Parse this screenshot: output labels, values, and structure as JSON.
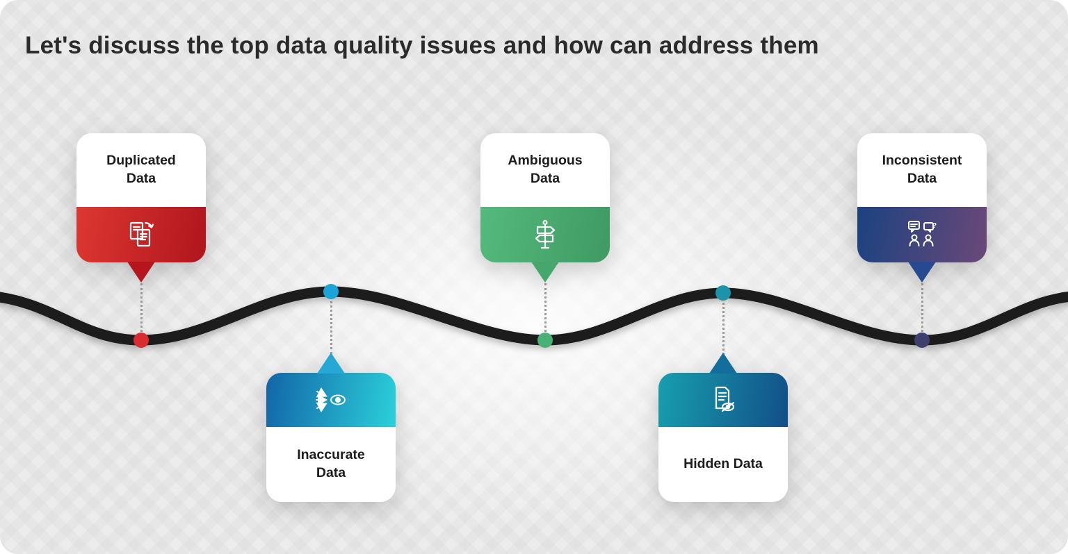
{
  "title": "Let's discuss the top data quality issues and how can address them",
  "timeline": {
    "line_color": "#1c1c1c",
    "connector_color": "#9b9b9b"
  },
  "cards": [
    {
      "label": "Duplicated Data",
      "icon": "duplicated-documents-icon",
      "position": "above",
      "gradient_start": "#dd3731",
      "gradient_end": "#b0151d",
      "pointer_color": "#b5161e",
      "dot_color": "#d92b32"
    },
    {
      "label": "Inaccurate Data",
      "icon": "scatter-arrows-eye-icon",
      "position": "below",
      "gradient_start": "#1265a8",
      "gradient_end": "#2bd0da",
      "pointer_color": "#25a8d5",
      "dot_color": "#1ba4d8"
    },
    {
      "label": "Ambiguous Data",
      "icon": "signpost-icon",
      "position": "above",
      "gradient_start": "#55b97c",
      "gradient_end": "#3f9a63",
      "pointer_color": "#46a76e",
      "dot_color": "#4bb075"
    },
    {
      "label": "Hidden Data",
      "icon": "document-eye-icon",
      "position": "below",
      "gradient_start": "#179fae",
      "gradient_end": "#124f88",
      "pointer_color": "#136e9b",
      "dot_color": "#1b93a8"
    },
    {
      "label": "Inconsistent Data",
      "icon": "people-question-icon",
      "position": "above",
      "gradient_start": "#1b4280",
      "gradient_end": "#6b4878",
      "pointer_color": "#27498f",
      "dot_color": "#3f3f6e"
    }
  ]
}
